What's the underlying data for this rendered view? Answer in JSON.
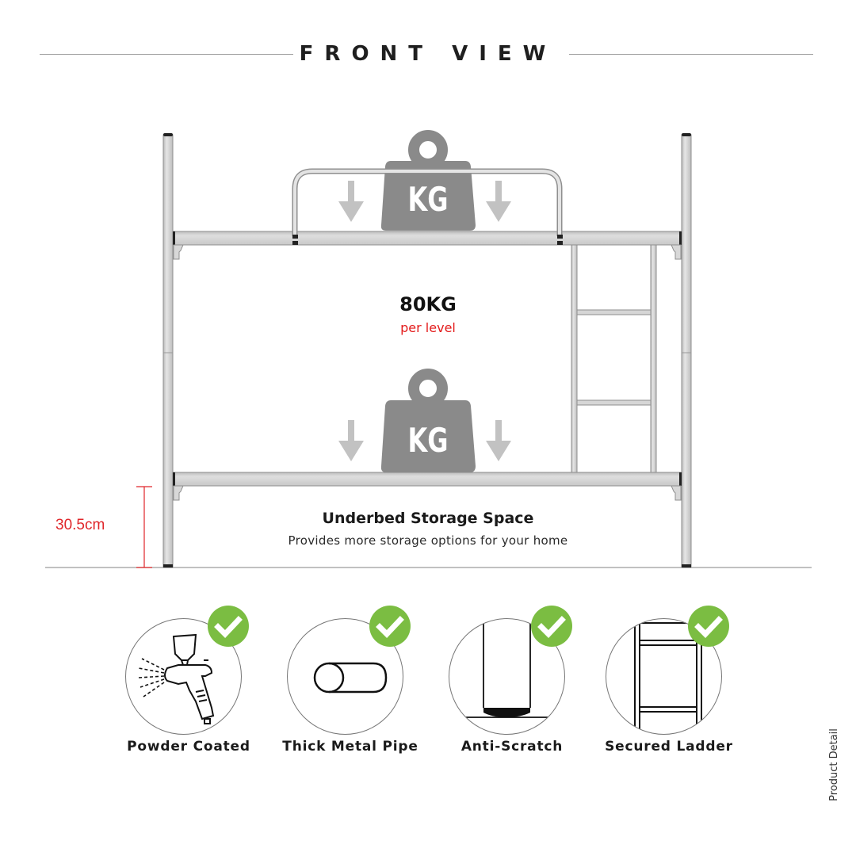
{
  "header": {
    "title": "FRONT VIEW"
  },
  "diagram": {
    "capacity": {
      "value": "80KG",
      "subtitle": "per level"
    },
    "weight_icons": [
      {
        "label": "KG",
        "level": "top bunk"
      },
      {
        "label": "KG",
        "level": "bottom bunk"
      }
    ],
    "dimension": {
      "label": "30.5cm"
    },
    "storage": {
      "title": "Underbed Storage Space",
      "description": "Provides more storage options for your home"
    }
  },
  "features": [
    {
      "label": "Powder Coated",
      "icon": "spray-gun-icon",
      "checked": true
    },
    {
      "label": "Thick Metal Pipe",
      "icon": "pipe-icon",
      "checked": true
    },
    {
      "label": "Anti-Scratch",
      "icon": "leg-cap-icon",
      "checked": true
    },
    {
      "label": "Secured Ladder",
      "icon": "ladder-icon",
      "checked": true
    }
  ],
  "side_label": "Product Detail",
  "colors": {
    "accent_red": "#e31b1b",
    "check_green": "#7bbd42",
    "weight_gray": "#8a8a8a",
    "frame_gray": "#d4d4d4"
  }
}
